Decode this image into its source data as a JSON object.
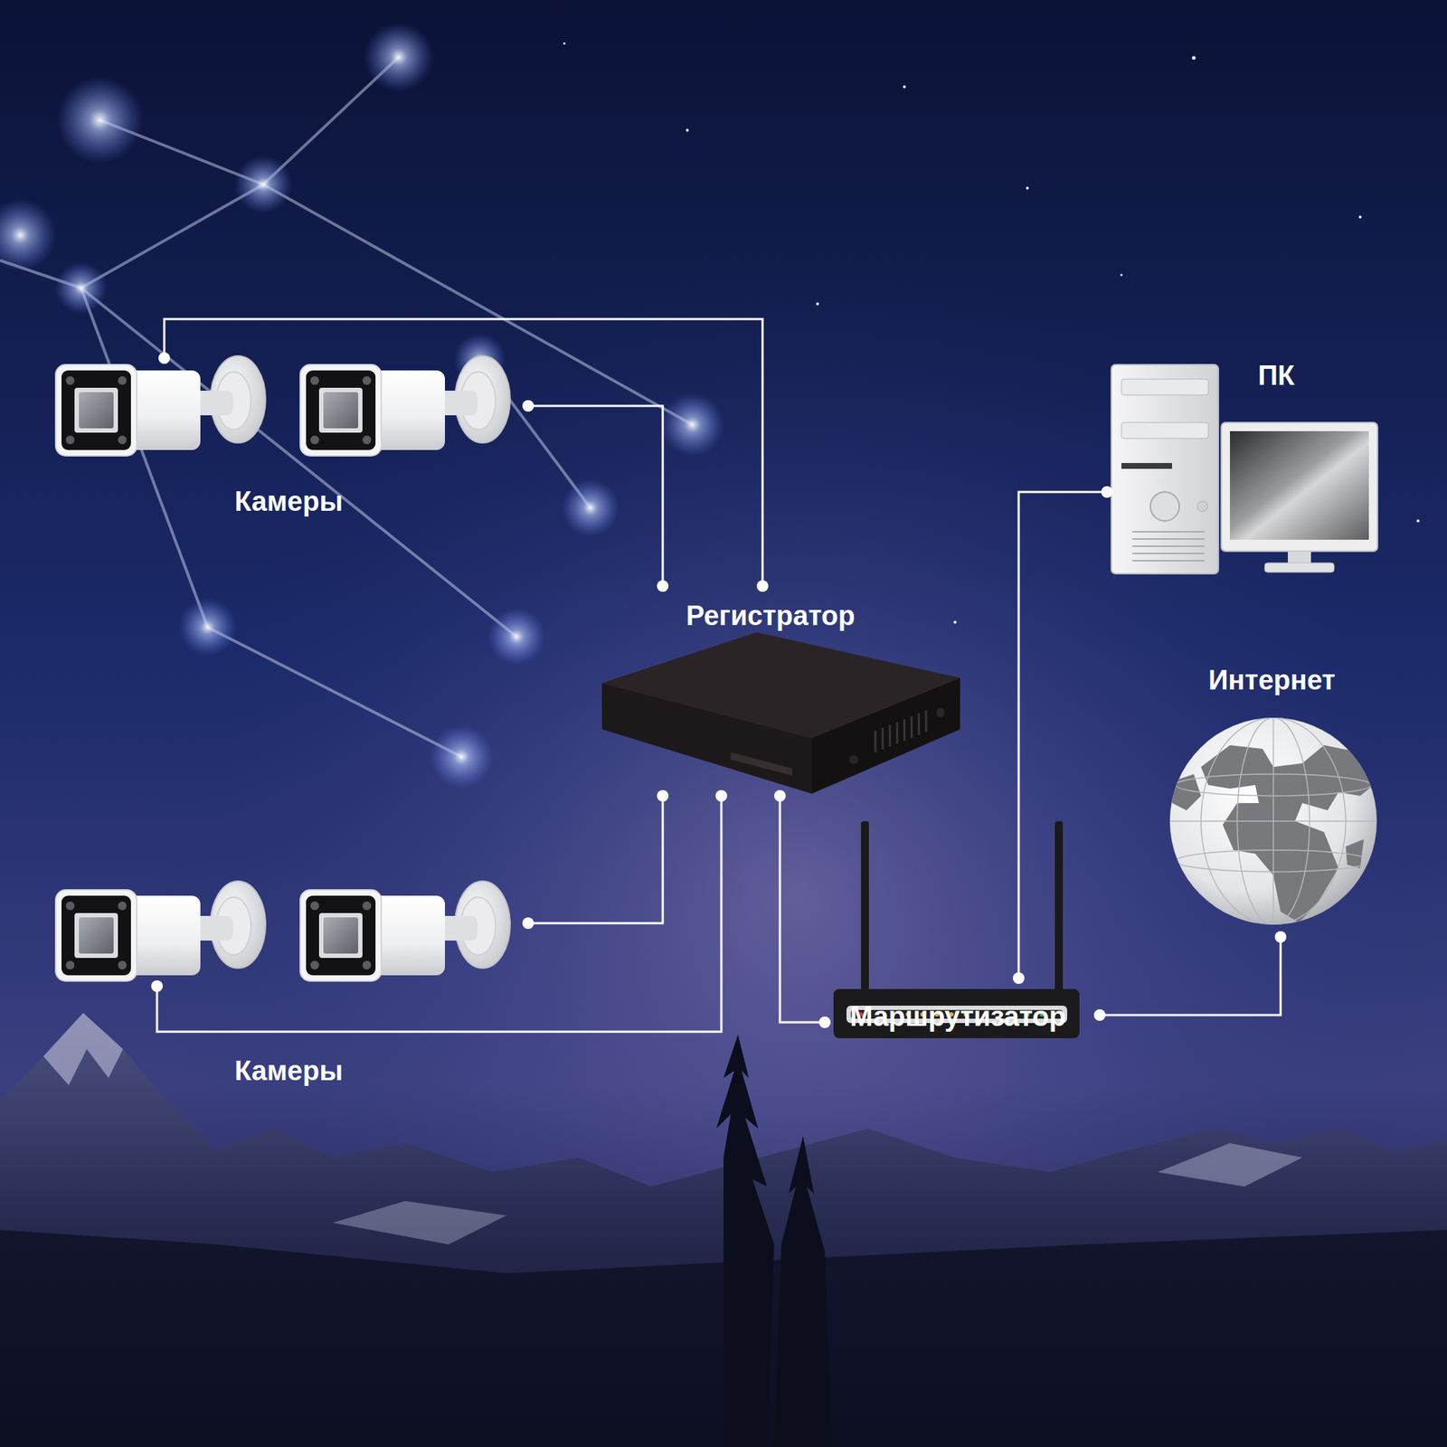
{
  "diagram": {
    "nodes": [
      {
        "text": [
          "Камеры"
        ]
      },
      {
        "text": [
          "ПК"
        ]
      },
      {
        "text": [
          "Регистратор"
        ]
      },
      {
        "text": [
          "Интернет"
        ]
      },
      {
        "text": [
          "Камеры"
        ]
      },
      {
        "text": [
          "Маршрутизатор"
        ]
      }
    ],
    "edges": [
      {
        "from": 0,
        "to": 2,
        "arrow": "none"
      },
      {
        "from": 0,
        "to": 2,
        "arrow": "none"
      },
      {
        "from": 4,
        "to": 2,
        "arrow": "none"
      },
      {
        "from": 4,
        "to": 2,
        "arrow": "none"
      },
      {
        "from": 2,
        "to": 5,
        "arrow": "none"
      },
      {
        "from": 5,
        "to": 1,
        "arrow": "none"
      },
      {
        "from": 5,
        "to": 3,
        "arrow": "none"
      }
    ]
  }
}
